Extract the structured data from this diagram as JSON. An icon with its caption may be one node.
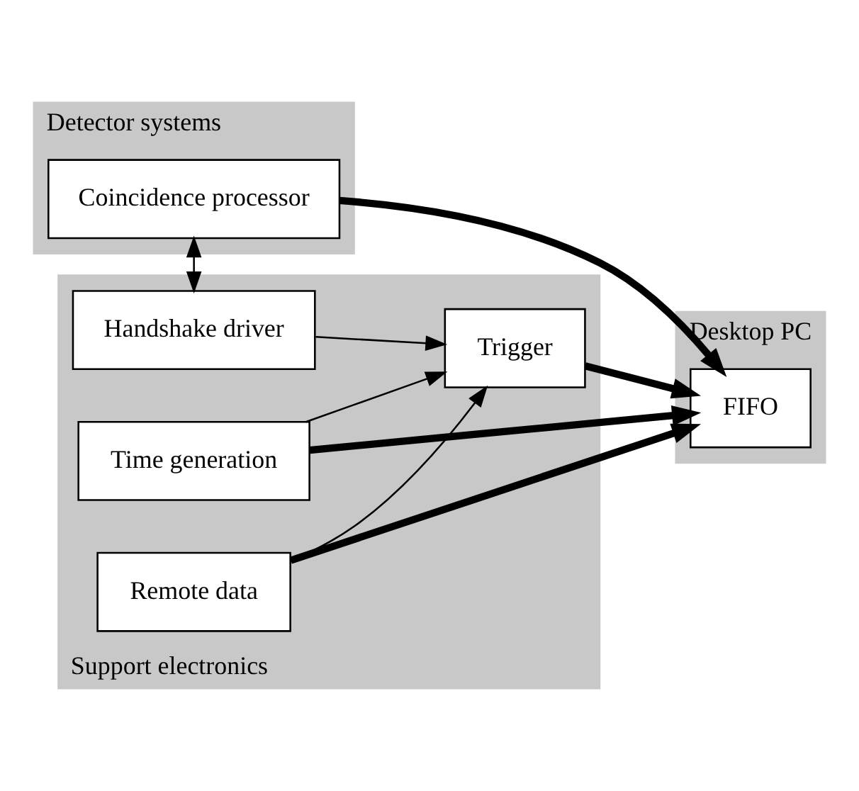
{
  "diagram": {
    "nodes": [
      {
        "text": [
          "Detector systems"
        ]
      },
      {
        "text": [
          "Coincidence processor"
        ],
        "in": 0
      },
      {
        "text": [
          "Desktop PC"
        ]
      },
      {
        "text": [
          "FIFO"
        ],
        "in": 2
      },
      {
        "text": [
          "Support electronics"
        ]
      },
      {
        "text": [
          "Handshake driver"
        ],
        "in": 4
      },
      {
        "text": [
          "Time generation"
        ],
        "in": 4
      },
      {
        "text": [
          "Remote data"
        ],
        "in": 4
      },
      {
        "text": [
          "Trigger"
        ],
        "in": 4
      }
    ],
    "edges": [
      {
        "from": 1,
        "to": 3,
        "arrow": "to",
        "style": "thick"
      },
      {
        "from": 5,
        "to": 1,
        "arrow": "both"
      },
      {
        "from": 6,
        "to": 3,
        "arrow": "to",
        "style": "thick"
      },
      {
        "from": 7,
        "to": 3,
        "arrow": "to",
        "style": "thick"
      },
      {
        "from": 8,
        "to": 3,
        "arrow": "to",
        "style": "thick"
      },
      {
        "from": 7,
        "to": 8,
        "arrow": "to"
      },
      {
        "from": 6,
        "to": 8,
        "arrow": "to"
      },
      {
        "from": 5,
        "to": 8,
        "arrow": "to"
      }
    ]
  }
}
